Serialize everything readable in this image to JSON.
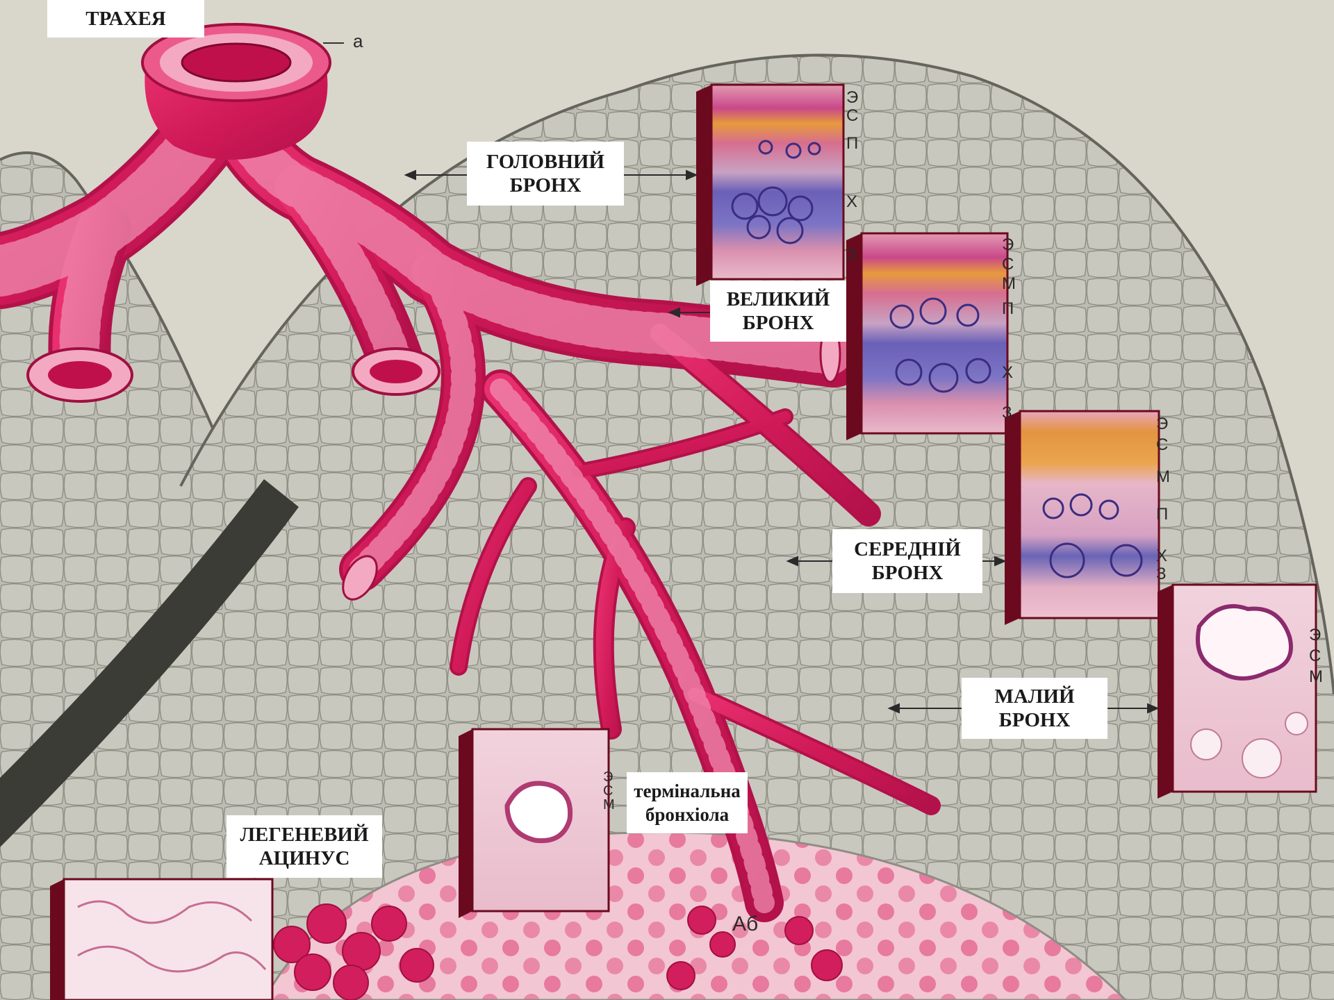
{
  "labels": {
    "trachea": "ТРАХЕЯ",
    "main_bronchus": [
      "ГОЛОВНИЙ",
      "БРОНХ"
    ],
    "large_bronchus": [
      "ВЕЛИКИЙ",
      "БРОНХ"
    ],
    "medium_bronchus": [
      "СЕРЕДНІЙ",
      "БРОНХ"
    ],
    "small_bronchus": [
      "МАЛИЙ",
      "БРОНХ"
    ],
    "terminal_bronchiole": [
      "термінальна",
      "бронхіола"
    ],
    "pulmonary_acinus": [
      "ЛЕГЕНЕВИЙ",
      "АЦИНУС"
    ]
  },
  "markers": {
    "trachea_a": "а",
    "acinus_ab": "Аб"
  },
  "layer_letters": {
    "main_bronchus": [
      "Э",
      "С",
      "П",
      "Х",
      "З"
    ],
    "large_bronchus": [
      "Э",
      "С",
      "М",
      "П",
      "Х",
      "З"
    ],
    "medium_bronchus": [
      "Э",
      "С",
      "М",
      "П",
      "Х",
      "З"
    ],
    "small_bronchus": [
      "Э",
      "С",
      "М"
    ],
    "terminal_bronchiole": [
      "Э",
      "С",
      "М"
    ]
  },
  "colors": {
    "background": "#d9d6cb",
    "lung_tissue": "#b9b8ae",
    "airway": "#d41a5a",
    "airway_highlight": "#f08cb0",
    "panel_border": "#6b0a1e",
    "label_bg": "#ffffff",
    "vessel": "#3c3c36"
  }
}
